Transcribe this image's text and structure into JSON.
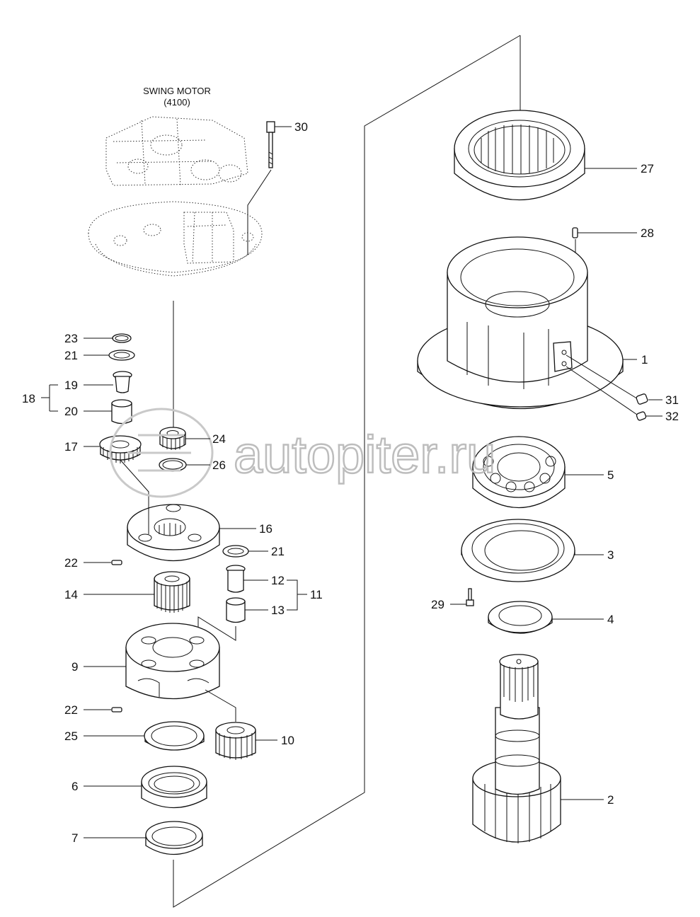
{
  "title": {
    "line1": "SWING MOTOR",
    "line2": "(4100)"
  },
  "watermark": "autopiter.ru",
  "callouts": {
    "n1": "1",
    "n2": "2",
    "n3": "3",
    "n4": "4",
    "n5": "5",
    "n6": "6",
    "n7": "7",
    "n9": "9",
    "n10": "10",
    "n11": "11",
    "n12": "12",
    "n13": "13",
    "n14": "14",
    "n16": "16",
    "n17": "17",
    "n18": "18",
    "n19": "19",
    "n20": "20",
    "n21a": "21",
    "n21b": "21",
    "n22a": "22",
    "n22b": "22",
    "n23": "23",
    "n24": "24",
    "n25": "25",
    "n26": "26",
    "n27": "27",
    "n28": "28",
    "n29": "29",
    "n30": "30",
    "n31": "31",
    "n32": "32"
  }
}
